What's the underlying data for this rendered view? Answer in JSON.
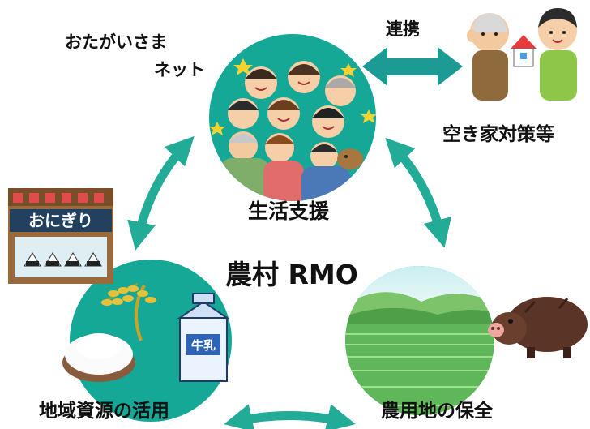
{
  "center_label": "農村 RMO",
  "nodes": {
    "top": {
      "label": "生活支援"
    },
    "left": {
      "label": "地域資源の活用",
      "milk_text": "牛乳"
    },
    "right": {
      "label": "農用地の保全"
    }
  },
  "side": {
    "network_line1": "おたがいさま",
    "network_line2": "ネット",
    "link_label": "連携",
    "housing_label": "空き家対策等"
  },
  "shop_sign": "おにぎり",
  "colors": {
    "teal": "#16a896",
    "arrow": "#22ab97"
  }
}
